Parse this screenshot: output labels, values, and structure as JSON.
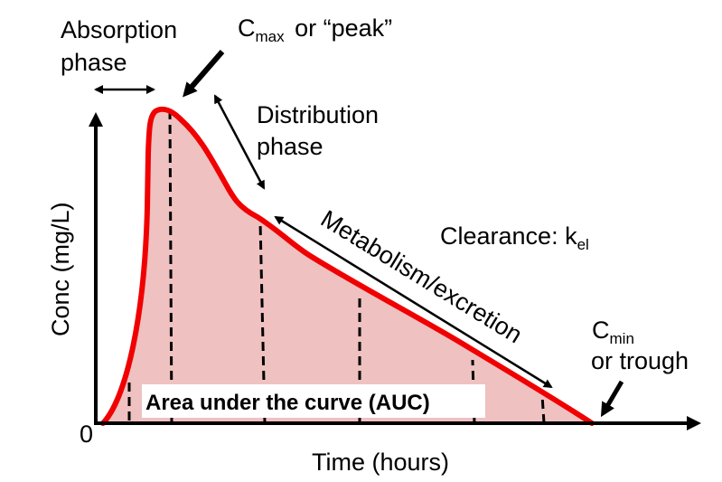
{
  "colors": {
    "curve": "#f00000",
    "fill": "#efc1c1",
    "ink": "#000000",
    "auc_label_bg": "#ffffff"
  },
  "axes": {
    "x_label": "Time (hours)",
    "y_label": "Conc (mg/L)",
    "origin_label": "0"
  },
  "annotations": {
    "absorption": "Absorption phase",
    "absorption_line1": "Absorption",
    "absorption_line2": "phase",
    "cmax_main": "C",
    "cmax_sub": "max",
    "cmax_rest": " or “peak”",
    "distribution_line1": "Distribution",
    "distribution_line2": "phase",
    "clearance_main": "Clearance: k",
    "clearance_sub": "el",
    "metabolism": "Metabolism/excretion",
    "cmin_main": "C",
    "cmin_sub": "min",
    "trough": "or trough",
    "auc": "Area under the curve (AUC)"
  },
  "icons": [
    "double-arrow",
    "thick-arrow"
  ]
}
